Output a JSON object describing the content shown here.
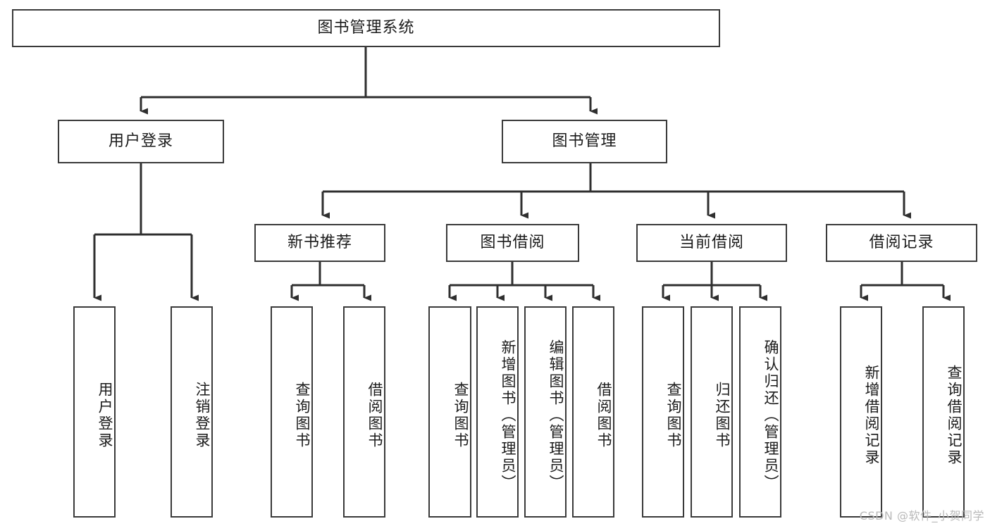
{
  "diagram": {
    "type": "tree",
    "title": "图书管理系统",
    "watermark": "CSDN @软件_小贺同学",
    "colors": {
      "box_border": "#3a3a3a",
      "box_fill": "#ffffff",
      "connector": "#2f2f2f",
      "text": "#1b1b1b",
      "watermark": "#b9b9b9"
    },
    "root": {
      "label": "图书管理系统"
    },
    "level1": [
      {
        "label": "用户登录"
      },
      {
        "label": "图书管理"
      }
    ],
    "level2": [
      {
        "label": "新书推荐"
      },
      {
        "label": "图书借阅"
      },
      {
        "label": "当前借阅"
      },
      {
        "label": "借阅记录"
      }
    ],
    "leaves": [
      {
        "label": "用户登录",
        "parent": "用户登录"
      },
      {
        "label": "注销登录",
        "parent": "用户登录"
      },
      {
        "label": "查询图书",
        "parent": "新书推荐"
      },
      {
        "label": "借阅图书",
        "parent": "新书推荐"
      },
      {
        "label": "查询图书",
        "parent": "图书借阅"
      },
      {
        "label": "新增图书（管理员）",
        "parent": "图书借阅"
      },
      {
        "label": "编辑图书（管理员）",
        "parent": "图书借阅"
      },
      {
        "label": "借阅图书",
        "parent": "图书借阅"
      },
      {
        "label": "查询图书",
        "parent": "当前借阅"
      },
      {
        "label": "归还图书",
        "parent": "当前借阅"
      },
      {
        "label": "确认归还（管理员）",
        "parent": "当前借阅"
      },
      {
        "label": "新增借阅记录",
        "parent": "借阅记录"
      },
      {
        "label": "查询借阅记录",
        "parent": "借阅记录"
      }
    ]
  }
}
